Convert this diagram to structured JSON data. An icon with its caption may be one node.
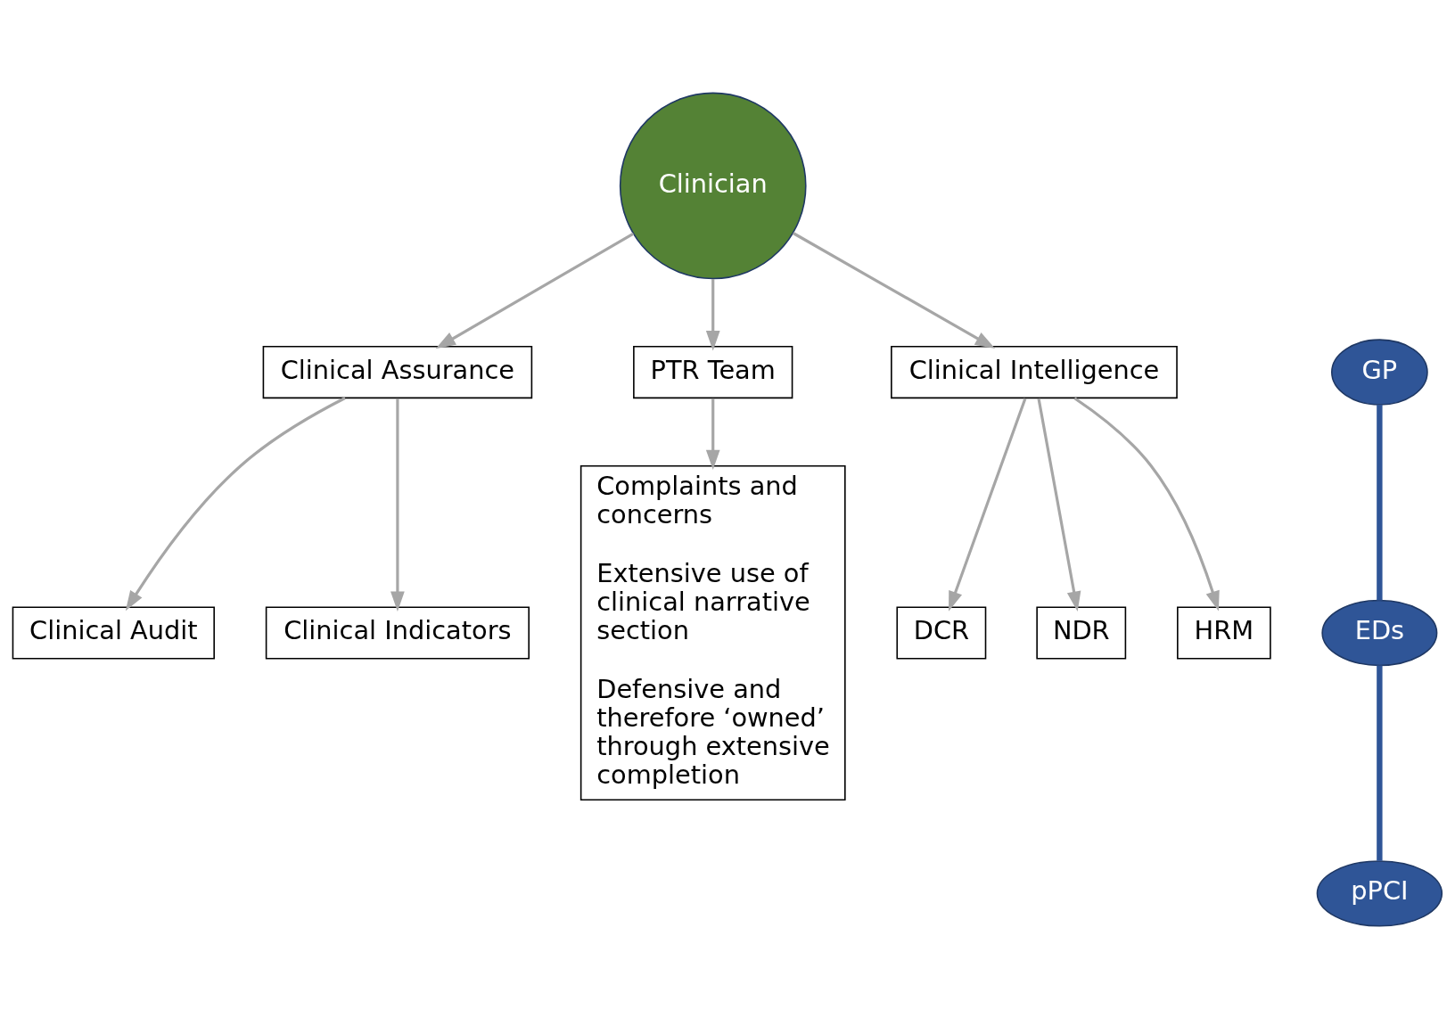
{
  "diagram": {
    "nodes": [
      {
        "text": [
          "Clinical Audit"
        ]
      },
      {
        "text": [
          "Clinical Indicators"
        ]
      },
      {
        "text": [
          "Clinical Assurance"
        ]
      },
      {
        "text": [
          "GP"
        ]
      },
      {
        "text": [
          "PTR Team"
        ]
      },
      {
        "text": [
          "Clinician"
        ]
      },
      {
        "text": [
          "EDs"
        ]
      },
      {
        "text": [
          "Complaints and concerns",
          "Extensive use of clinical narrative section",
          "Defensive and therefore ‘owned’ through extensive completion"
        ]
      },
      {
        "text": [
          "pPCI"
        ]
      },
      {
        "text": [
          "Clinical Intelligence"
        ]
      },
      {
        "text": [
          "DCR"
        ]
      },
      {
        "text": [
          "NDR"
        ]
      },
      {
        "text": [
          "HRM"
        ]
      }
    ],
    "edges": [
      {
        "from": 2,
        "to": 0,
        "arrow": "to"
      },
      {
        "from": 2,
        "to": 1,
        "arrow": "to"
      },
      {
        "from": 5,
        "to": 2,
        "arrow": "to"
      },
      {
        "from": 5,
        "to": 4,
        "arrow": "to"
      },
      {
        "from": 3,
        "to": 6,
        "arrow": "none",
        "style": "thick",
        "color": "#2f5597"
      },
      {
        "from": 6,
        "to": 8,
        "arrow": "none",
        "style": "thick",
        "color": "#2f5597"
      },
      {
        "from": 4,
        "to": 7,
        "arrow": "to"
      },
      {
        "from": 5,
        "to": 9,
        "arrow": "to"
      },
      {
        "from": 9,
        "to": 10,
        "arrow": "to"
      },
      {
        "from": 9,
        "to": 11,
        "arrow": "to"
      },
      {
        "from": 9,
        "to": 12,
        "arrow": "to"
      }
    ]
  }
}
